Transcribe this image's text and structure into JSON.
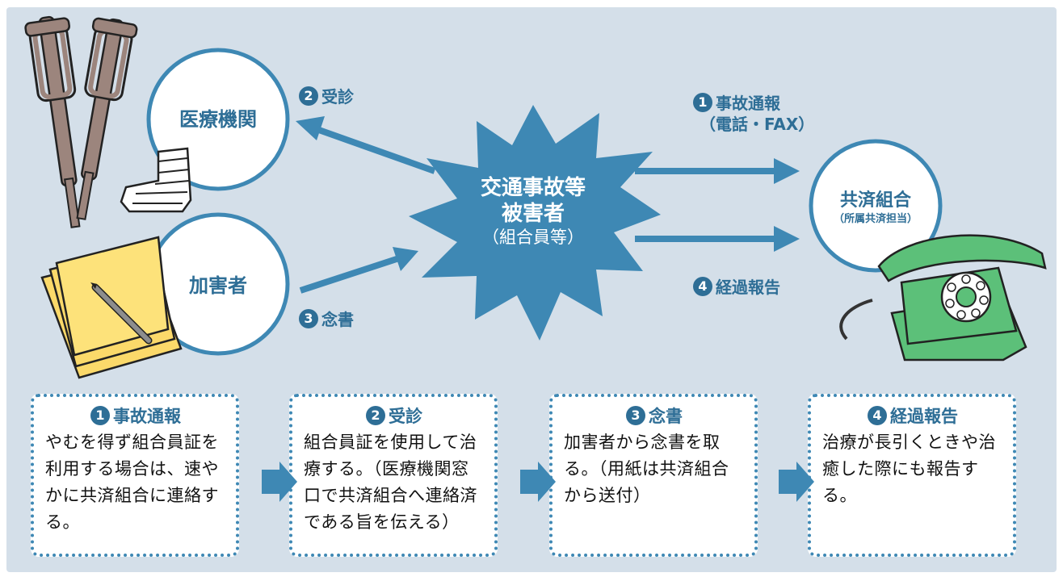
{
  "nodes": {
    "medical": "医療機関",
    "assailant": "加害者",
    "victim_line1": "交通事故等",
    "victim_line2": "被害者",
    "victim_line3": "（組合員等）",
    "union_line1": "共済組合",
    "union_line2": "（所属共済担当）"
  },
  "flow_labels": {
    "step1_num": "1",
    "step1_line1": "事故通報",
    "step1_line2": "（電話・FAX）",
    "step2_num": "2",
    "step2": "受診",
    "step3_num": "3",
    "step3": "念書",
    "step4_num": "4",
    "step4": "経過報告"
  },
  "steps": [
    {
      "num": "1",
      "title": "事故通報",
      "body": "やむを得ず組合員証を利用する場合は、速やかに共済組合に連絡する。"
    },
    {
      "num": "2",
      "title": "受診",
      "body": "組合員証を使用して治療する。（医療機関窓口で共済組合へ連絡済である旨を伝える）"
    },
    {
      "num": "3",
      "title": "念書",
      "body": "加害者から念書を取る。（用紙は共済組合から送付）"
    },
    {
      "num": "4",
      "title": "経過報告",
      "body": "治療が長引くときや治癒した際にも報告する。"
    }
  ],
  "colors": {
    "accent": "#2e6e96",
    "arrow": "#3e88b4",
    "background": "#d4dfe9",
    "phone": "#5cc079",
    "note": "#fbd96a"
  }
}
